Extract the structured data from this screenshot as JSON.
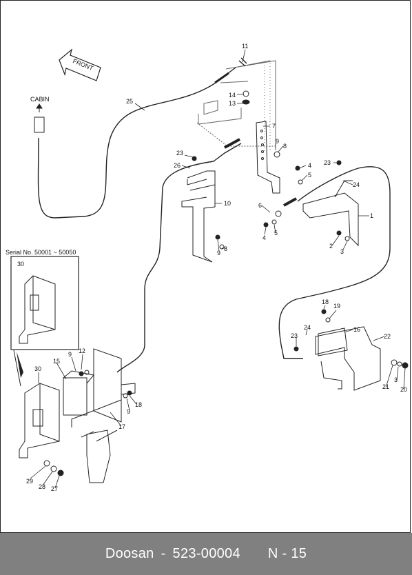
{
  "labels": {
    "front": "FRONT",
    "cabin": "CABIN",
    "serial": "Serial No. 50001 ~ 50050"
  },
  "callouts": [
    {
      "id": "c11",
      "text": "11"
    },
    {
      "id": "c14",
      "text": "14"
    },
    {
      "id": "c13",
      "text": "13"
    },
    {
      "id": "c25",
      "text": "25"
    },
    {
      "id": "c7",
      "text": "7"
    },
    {
      "id": "c9a",
      "text": "9"
    },
    {
      "id": "c8a",
      "text": "8"
    },
    {
      "id": "c23a",
      "text": "23"
    },
    {
      "id": "c26",
      "text": "26"
    },
    {
      "id": "c4a",
      "text": "4"
    },
    {
      "id": "c5a",
      "text": "5"
    },
    {
      "id": "c23b",
      "text": "23"
    },
    {
      "id": "c24a",
      "text": "24"
    },
    {
      "id": "c10",
      "text": "10"
    },
    {
      "id": "c6",
      "text": "6"
    },
    {
      "id": "c1",
      "text": "1"
    },
    {
      "id": "c4b",
      "text": "4"
    },
    {
      "id": "c5b",
      "text": "5"
    },
    {
      "id": "c2",
      "text": "2"
    },
    {
      "id": "c3a",
      "text": "3"
    },
    {
      "id": "c9b",
      "text": "9"
    },
    {
      "id": "c8b",
      "text": "8"
    },
    {
      "id": "c30a",
      "text": "30"
    },
    {
      "id": "c18a",
      "text": "18"
    },
    {
      "id": "c19",
      "text": "19"
    },
    {
      "id": "c24b",
      "text": "24"
    },
    {
      "id": "c16",
      "text": "16"
    },
    {
      "id": "c22",
      "text": "22"
    },
    {
      "id": "c23c",
      "text": "23"
    },
    {
      "id": "c9c",
      "text": "9"
    },
    {
      "id": "c12",
      "text": "12"
    },
    {
      "id": "c30b",
      "text": "30"
    },
    {
      "id": "c15",
      "text": "15"
    },
    {
      "id": "c21",
      "text": "21"
    },
    {
      "id": "c3b",
      "text": "3"
    },
    {
      "id": "c20",
      "text": "20"
    },
    {
      "id": "c9d",
      "text": "9"
    },
    {
      "id": "c18b",
      "text": "18"
    },
    {
      "id": "c17",
      "text": "17"
    },
    {
      "id": "c29",
      "text": "29"
    },
    {
      "id": "c28",
      "text": "28"
    },
    {
      "id": "c27",
      "text": "27"
    }
  ],
  "footer": {
    "brand": "Doosan",
    "sep": "-",
    "part": "523-00004",
    "page": "N - 15"
  }
}
